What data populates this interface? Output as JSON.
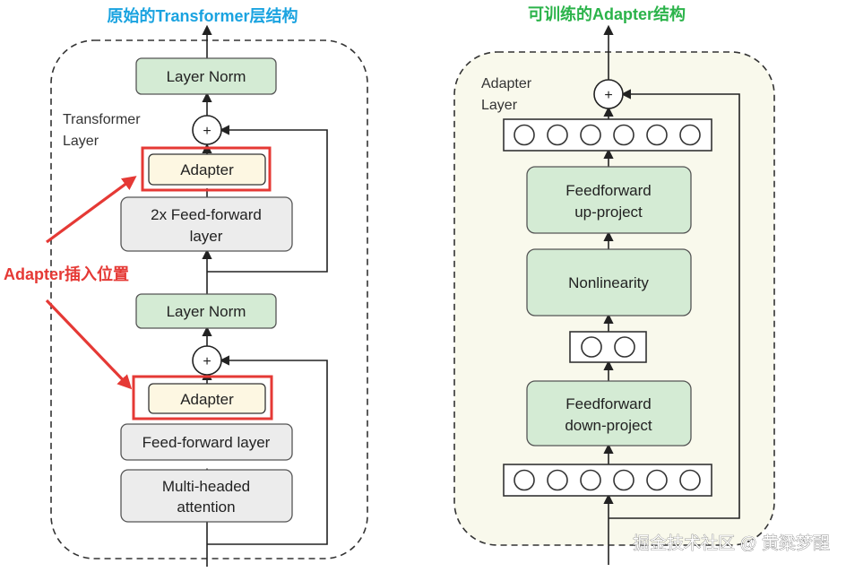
{
  "colors": {
    "left_title": "#1aa3e0",
    "right_title": "#2bb34a",
    "highlight_red": "#e53935",
    "box_green": "#d4ebd4",
    "box_gray": "#ececec",
    "adapter_fill": "#fdf7e2",
    "panel_fill": "#f9f9ec"
  },
  "left": {
    "title": "原始的Transformer层结构",
    "layer_label_1": "Transformer",
    "layer_label_2": "Layer",
    "plus": "+",
    "layer_norm_top": "Layer Norm",
    "adapter_top": "Adapter",
    "ffn2x_line1": "2x Feed-forward",
    "ffn2x_line2": "layer",
    "layer_norm_mid": "Layer Norm",
    "adapter_bottom": "Adapter",
    "ffn": "Feed-forward layer",
    "mha_line1": "Multi-headed",
    "mha_line2": "attention"
  },
  "annotation": {
    "insert_label": "Adapter插入位置"
  },
  "right": {
    "title": "可训练的Adapter结构",
    "layer_label_1": "Adapter",
    "layer_label_2": "Layer",
    "plus": "+",
    "up_line1": "Feedforward",
    "up_line2": "up-project",
    "nonlinearity": "Nonlinearity",
    "down_line1": "Feedforward",
    "down_line2": "down-project"
  },
  "watermark": "掘金技术社区 @ 黄粱梦醒"
}
